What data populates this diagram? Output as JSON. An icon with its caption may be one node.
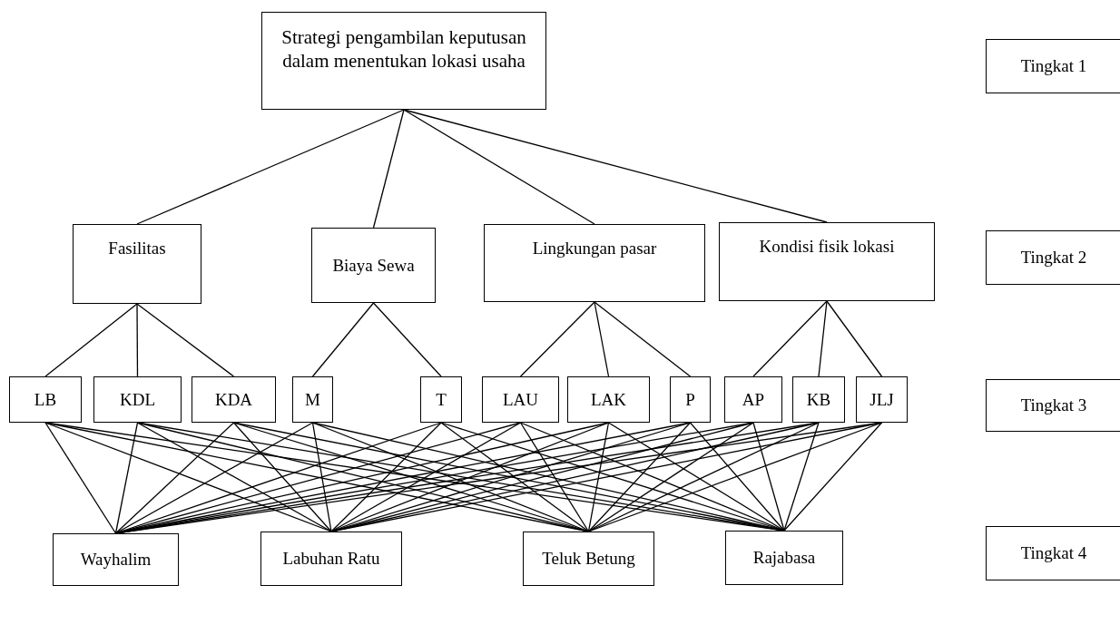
{
  "diagram": {
    "nodes": [
      {
        "text": [
          "Strategi pengambilan keputusan dalam menentukan lokasi usaha"
        ]
      },
      {
        "text": [
          "Tingkat 1"
        ]
      },
      {
        "text": [
          "Fasilitas"
        ]
      },
      {
        "text": [
          "Biaya Sewa"
        ]
      },
      {
        "text": [
          "Lingkungan pasar"
        ]
      },
      {
        "text": [
          "Kondisi fisik lokasi"
        ]
      },
      {
        "text": [
          "Tingkat 2"
        ]
      },
      {
        "text": [
          "LB"
        ]
      },
      {
        "text": [
          "KDL"
        ]
      },
      {
        "text": [
          "KDA"
        ]
      },
      {
        "text": [
          "M"
        ]
      },
      {
        "text": [
          "T"
        ]
      },
      {
        "text": [
          "LAU"
        ]
      },
      {
        "text": [
          "LAK"
        ]
      },
      {
        "text": [
          "P"
        ]
      },
      {
        "text": [
          "AP"
        ]
      },
      {
        "text": [
          "KB"
        ]
      },
      {
        "text": [
          "JLJ"
        ]
      },
      {
        "text": [
          "Tingkat 3"
        ]
      },
      {
        "text": [
          "Wayhalim"
        ]
      },
      {
        "text": [
          "Labuhan Ratu"
        ]
      },
      {
        "text": [
          "Teluk Betung"
        ]
      },
      {
        "text": [
          "Rajabasa"
        ]
      },
      {
        "text": [
          "Tingkat 4"
        ]
      }
    ],
    "edges": [
      {
        "from": 0,
        "to": 2,
        "arrow": "none"
      },
      {
        "from": 0,
        "to": 3,
        "arrow": "none"
      },
      {
        "from": 0,
        "to": 4,
        "arrow": "none"
      },
      {
        "from": 0,
        "to": 5,
        "arrow": "none"
      },
      {
        "from": 2,
        "to": 7,
        "arrow": "none"
      },
      {
        "from": 2,
        "to": 8,
        "arrow": "none"
      },
      {
        "from": 2,
        "to": 9,
        "arrow": "none"
      },
      {
        "from": 3,
        "to": 10,
        "arrow": "none"
      },
      {
        "from": 3,
        "to": 11,
        "arrow": "none"
      },
      {
        "from": 4,
        "to": 12,
        "arrow": "none"
      },
      {
        "from": 4,
        "to": 13,
        "arrow": "none"
      },
      {
        "from": 4,
        "to": 14,
        "arrow": "none"
      },
      {
        "from": 5,
        "to": 15,
        "arrow": "none"
      },
      {
        "from": 5,
        "to": 16,
        "arrow": "none"
      },
      {
        "from": 5,
        "to": 17,
        "arrow": "none"
      },
      {
        "from": 7,
        "to": 19,
        "arrow": "none"
      },
      {
        "from": 7,
        "to": 20,
        "arrow": "none"
      },
      {
        "from": 7,
        "to": 21,
        "arrow": "none"
      },
      {
        "from": 7,
        "to": 22,
        "arrow": "none"
      },
      {
        "from": 8,
        "to": 19,
        "arrow": "none"
      },
      {
        "from": 8,
        "to": 20,
        "arrow": "none"
      },
      {
        "from": 8,
        "to": 21,
        "arrow": "none"
      },
      {
        "from": 8,
        "to": 22,
        "arrow": "none"
      },
      {
        "from": 9,
        "to": 19,
        "arrow": "none"
      },
      {
        "from": 9,
        "to": 20,
        "arrow": "none"
      },
      {
        "from": 9,
        "to": 21,
        "arrow": "none"
      },
      {
        "from": 9,
        "to": 22,
        "arrow": "none"
      },
      {
        "from": 10,
        "to": 19,
        "arrow": "none"
      },
      {
        "from": 10,
        "to": 20,
        "arrow": "none"
      },
      {
        "from": 10,
        "to": 21,
        "arrow": "none"
      },
      {
        "from": 10,
        "to": 22,
        "arrow": "none"
      },
      {
        "from": 11,
        "to": 19,
        "arrow": "none"
      },
      {
        "from": 11,
        "to": 20,
        "arrow": "none"
      },
      {
        "from": 11,
        "to": 21,
        "arrow": "none"
      },
      {
        "from": 11,
        "to": 22,
        "arrow": "none"
      },
      {
        "from": 12,
        "to": 19,
        "arrow": "none"
      },
      {
        "from": 12,
        "to": 20,
        "arrow": "none"
      },
      {
        "from": 12,
        "to": 21,
        "arrow": "none"
      },
      {
        "from": 12,
        "to": 22,
        "arrow": "none"
      },
      {
        "from": 13,
        "to": 19,
        "arrow": "none"
      },
      {
        "from": 13,
        "to": 20,
        "arrow": "none"
      },
      {
        "from": 13,
        "to": 21,
        "arrow": "none"
      },
      {
        "from": 13,
        "to": 22,
        "arrow": "none"
      },
      {
        "from": 14,
        "to": 19,
        "arrow": "none"
      },
      {
        "from": 14,
        "to": 20,
        "arrow": "none"
      },
      {
        "from": 14,
        "to": 21,
        "arrow": "none"
      },
      {
        "from": 14,
        "to": 22,
        "arrow": "none"
      },
      {
        "from": 15,
        "to": 19,
        "arrow": "none"
      },
      {
        "from": 15,
        "to": 20,
        "arrow": "none"
      },
      {
        "from": 15,
        "to": 21,
        "arrow": "none"
      },
      {
        "from": 15,
        "to": 22,
        "arrow": "none"
      },
      {
        "from": 16,
        "to": 19,
        "arrow": "none"
      },
      {
        "from": 16,
        "to": 20,
        "arrow": "none"
      },
      {
        "from": 16,
        "to": 21,
        "arrow": "none"
      },
      {
        "from": 16,
        "to": 22,
        "arrow": "none"
      },
      {
        "from": 17,
        "to": 19,
        "arrow": "none"
      },
      {
        "from": 17,
        "to": 20,
        "arrow": "none"
      },
      {
        "from": 17,
        "to": 21,
        "arrow": "none"
      },
      {
        "from": 17,
        "to": 22,
        "arrow": "none"
      }
    ]
  }
}
